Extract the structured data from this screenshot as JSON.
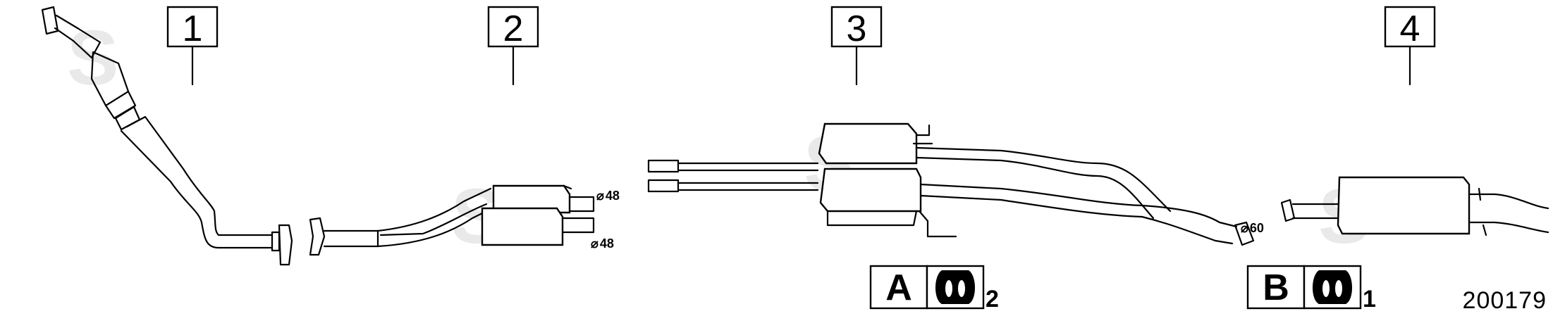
{
  "parts": [
    {
      "label": "1"
    },
    {
      "label": "2"
    },
    {
      "label": "3"
    },
    {
      "label": "4"
    }
  ],
  "diameters": {
    "rear_upper": "48",
    "rear_lower": "48",
    "front_tail": "60"
  },
  "diameter_symbol": "⌀",
  "kits": [
    {
      "letter": "A",
      "quantity": "2",
      "icon": "rubber-hanger-icon"
    },
    {
      "letter": "B",
      "quantity": "1",
      "icon": "rubber-hanger-icon"
    }
  ],
  "watermark": "S",
  "reference_number": "200179"
}
